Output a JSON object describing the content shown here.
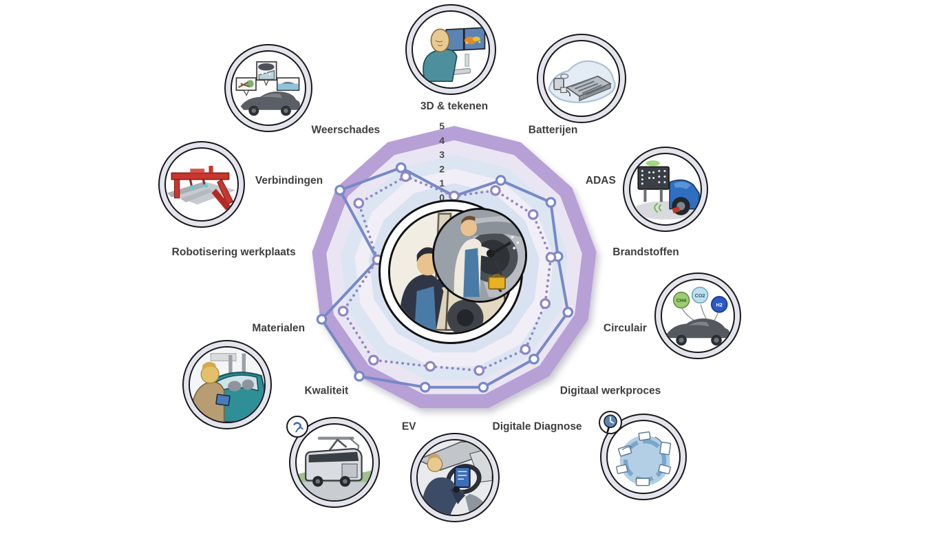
{
  "chart_data": {
    "type": "radar",
    "categories": [
      "3D & tekenen",
      "Batterijen",
      "ADAS",
      "Brandstoffen",
      "Circulair",
      "Digitaal werkproces",
      "Digitale Diagnose",
      "EV",
      "Kwaliteit",
      "Materialen",
      "Robotisering werkplaats",
      "Verbindingen",
      "Weerschades"
    ],
    "series": [
      {
        "name": "solid_line",
        "style": "solid",
        "color": "#7689c6",
        "values": [
          0.1,
          2.0,
          3.2,
          2.3,
          3.5,
          3.4,
          3.5,
          3.5,
          5.0,
          4.9,
          0.4,
          4.7,
          3.0
        ]
      },
      {
        "name": "dotted_line",
        "style": "dotted",
        "color": "#8f86c2",
        "values": [
          0.1,
          1.2,
          1.7,
          1.8,
          1.8,
          2.5,
          2.3,
          2.0,
          3.5,
          3.3,
          0.4,
          3.1,
          2.3
        ]
      }
    ],
    "scale": {
      "min": 0,
      "max": 5,
      "ticks": [
        "5",
        "4",
        "3",
        "2",
        "1",
        "0"
      ]
    },
    "ring_bands_outer_to_inner": [
      "#b7a0d6",
      "#eae5f3",
      "#dce6f2",
      "#f2eef7",
      "#d8e2f0"
    ],
    "axis_label_color": "#3e3e3e",
    "legend": "none",
    "grid": "filled polygon rings, no radial spokes",
    "start_axis": "top, clockwise"
  },
  "illustrations": {
    "weerschades": {
      "icon": "storm-hail-flood-damage-car"
    },
    "tekenen3d": {
      "icon": "3d-scan-dual-monitor-workstation"
    },
    "batterijen": {
      "icon": "ev-battery-pack-in-car"
    },
    "adas": {
      "icon": "adas-calibration-board-with-car"
    },
    "fuels": {
      "icon": "car-with-gas-balloons",
      "labels": [
        "CH4",
        "CO2",
        "H2"
      ]
    },
    "werkproces": {
      "icon": "digital-workflow-cycle"
    },
    "diagnose": {
      "icon": "driver-with-diagnostic-tablet"
    },
    "evbus": {
      "icon": "electric-bus-pantograph-charging"
    },
    "kwaliteit": {
      "icon": "inspector-with-tablet-at-car"
    },
    "verbindingen": {
      "icon": "red-welding-robot-gantry"
    },
    "center": {
      "icon": "bodyshop-mechanics-dent-repair"
    }
  }
}
